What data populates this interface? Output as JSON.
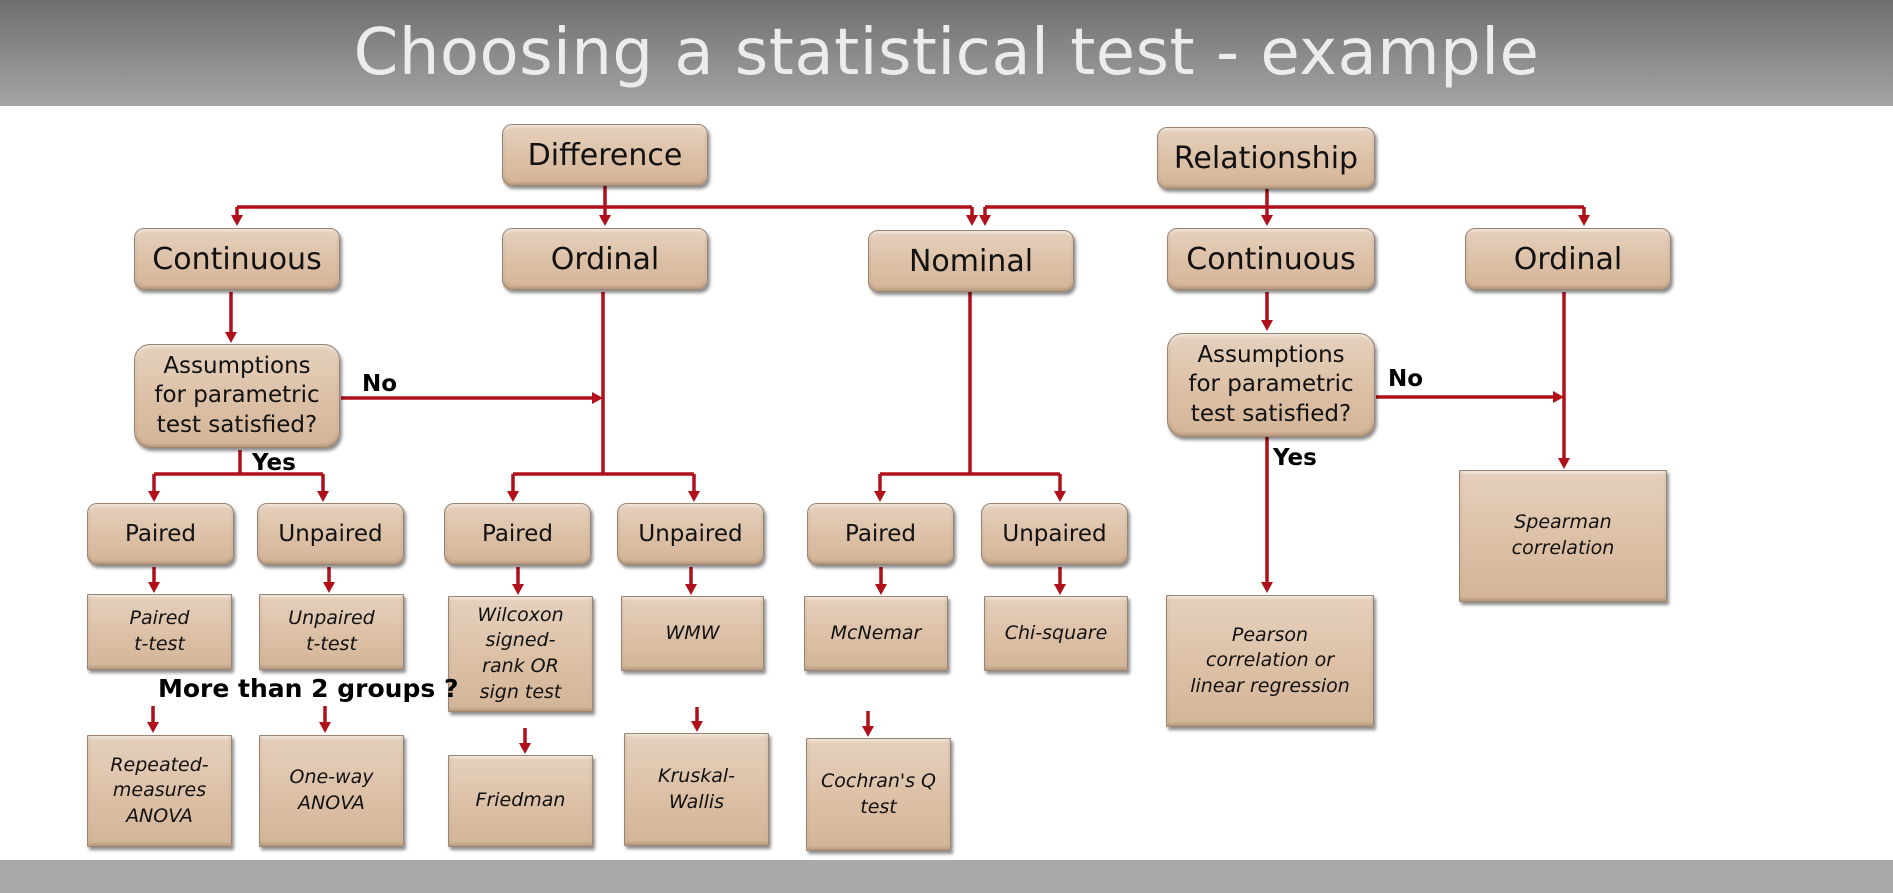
{
  "title": "Choosing a statistical test - example",
  "colors": {
    "connector": "#b0101a",
    "box": "#dcc0a6",
    "title_bar": "#8a8a8a",
    "title_text": "#ececec"
  },
  "nodes": {
    "difference": "Difference",
    "relationship": "Relationship",
    "continuous_diff": "Continuous",
    "ordinal_diff": "Ordinal",
    "nominal": "Nominal",
    "continuous_rel": "Continuous",
    "ordinal_rel": "Ordinal",
    "assumptions_diff": "Assumptions\nfor parametric\ntest satisfied?",
    "assumptions_rel": "Assumptions\nfor parametric\ntest satisfied?",
    "paired_cont": "Paired",
    "unpaired_cont": "Unpaired",
    "paired_ord": "Paired",
    "unpaired_ord": "Unpaired",
    "paired_nom": "Paired",
    "unpaired_nom": "Unpaired"
  },
  "tests": {
    "paired_t": "Paired\nt-test",
    "unpaired_t": "Unpaired\nt-test",
    "wilcoxon": "Wilcoxon\nsigned-\nrank OR\nsign test",
    "wmw": "WMW",
    "mcnemar": "McNemar",
    "chi_square": "Chi-square",
    "pearson": "Pearson\ncorrelation or\nlinear regression",
    "spearman": "Spearman\ncorrelation",
    "repeated_anova": "Repeated-\nmeasures\nANOVA",
    "oneway_anova": "One-way\nANOVA",
    "friedman": "Friedman",
    "kruskal": "Kruskal-\nWallis",
    "cochran": "Cochran's Q\ntest"
  },
  "labels": {
    "no_diff": "No",
    "yes_diff": "Yes",
    "no_rel": "No",
    "yes_rel": "Yes",
    "more_than_2": "More than 2 groups ?"
  }
}
